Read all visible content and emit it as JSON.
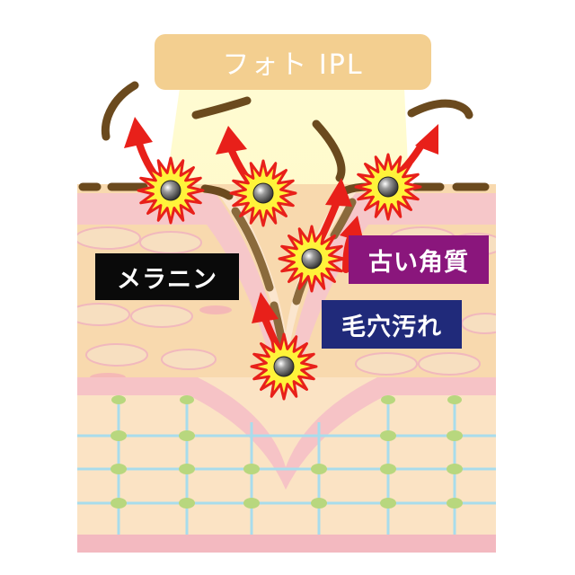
{
  "labels": {
    "lamp": "フォト IPL",
    "melanin": "メラニン",
    "old_keratin": "古い角質",
    "pore_dirt": "毛穴汚れ"
  },
  "colors": {
    "lamp_box": "#f3cf90",
    "light_beam": "#fff7a8",
    "skin_base": "#f8d9ae",
    "skin_pink": "#f6bcc4",
    "dermis_grid": "#a8dcec",
    "dermis_node": "#b8d77e",
    "melanin_brown": "#6b4a1e",
    "burst_fill": "#fff33a",
    "burst_edge": "#e8201a",
    "arrow_red": "#e8201a",
    "melanin_label_bg": "#0a0a0a",
    "keratin_label_bg": "#8a167c",
    "pore_label_bg": "#202a7a"
  },
  "icons": [
    "light-beam",
    "starburst-icon",
    "arrow-up-icon",
    "melanin-particle"
  ]
}
